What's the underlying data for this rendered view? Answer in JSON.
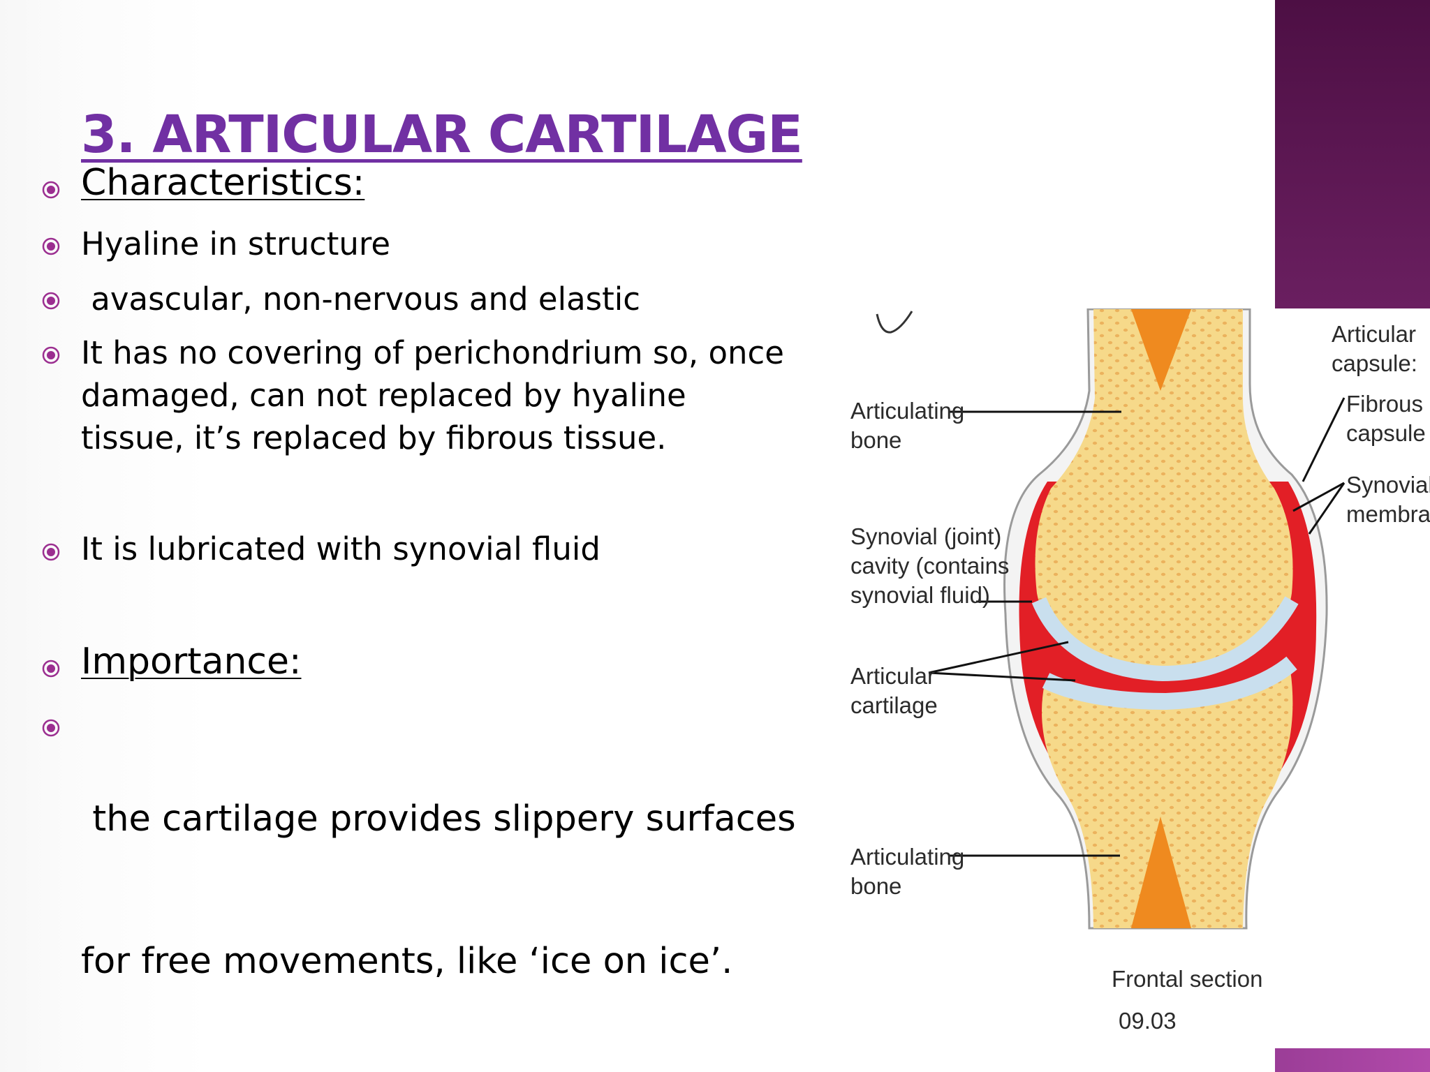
{
  "slide": {
    "title": "3. ARTICULAR CARTILAGE",
    "bullets": {
      "characteristics_heading": "Characteristics:",
      "hyaline": "Hyaline in structure",
      "avascular": " avascular, non-nervous and elastic",
      "perichondrium": [
        "It has no covering of perichondrium so, once",
        "damaged, can not replaced by hyaline",
        "tissue, it’s replaced by fibrous tissue."
      ],
      "lubricated": "It is lubricated with synovial fluid",
      "importance_heading": "Importance:",
      "importance_text": [
        " the cartilage provides slippery surfaces",
        "for free movements, like ‘ice on ice’."
      ]
    },
    "colors": {
      "title": "#7130a3",
      "bullet": "#9b2e90",
      "accent_dark": "#4d0f44",
      "accent_light": "#b14aaa"
    }
  },
  "diagram": {
    "labels": {
      "articulating_bone_top": [
        "Articulating",
        "bone"
      ],
      "synovial_cavity": [
        "Synovial (joint)",
        "cavity (contains",
        "synovial fluid)"
      ],
      "articular_cartilage": [
        "Articular",
        "cartilage"
      ],
      "articulating_bone_bottom": [
        "Articulating",
        "bone"
      ],
      "articular_capsule": [
        "Articular",
        "capsule:"
      ],
      "fibrous_capsule": [
        "Fibrous",
        "capsule"
      ],
      "synovial_membrane": [
        "Synovial",
        "membrane"
      ],
      "frontal_section": "Frontal section",
      "figure_number": "09.03"
    }
  }
}
